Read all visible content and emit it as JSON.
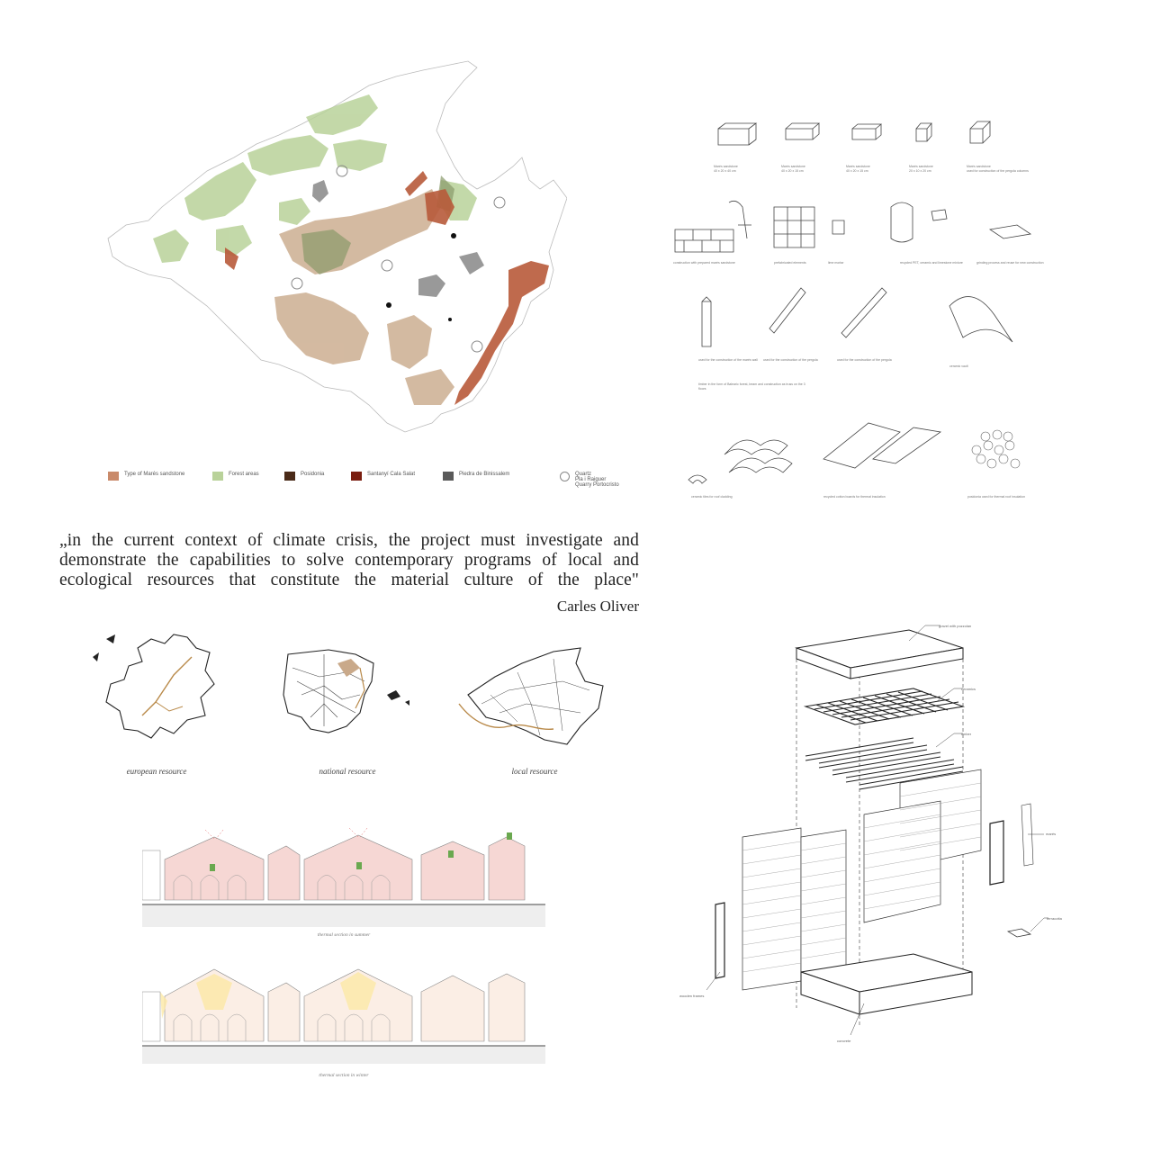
{
  "legend": [
    {
      "label": "Type of Marés sandstone",
      "color": "#c98a6a"
    },
    {
      "label": "Forest areas",
      "color": "#b9d29a"
    },
    {
      "label": "Posidonia",
      "color": "#4a2a18"
    },
    {
      "label": "Santanyí Cala Salat",
      "color": "#7a1e10"
    },
    {
      "label": "Piedra de Binissalem",
      "color": "#5a5a5a"
    },
    {
      "label": "Quartz",
      "color": "#888888",
      "extra": "Pla i Raiguer\nQuarry Portocristo"
    }
  ],
  "quote": "„in the current context of climate crisis, the project must investigate and demonstrate the capabilities to solve contemporary programs of local and ecological resources that constitute the material culture of the place\"",
  "author": "Carles Oliver",
  "maps": {
    "european": "european resource",
    "national": "national resource",
    "local": "local resource"
  },
  "sections": {
    "summer": "thermal section in summer",
    "winter": "thermal section in winter"
  },
  "exploded_labels": {
    "gravel": "gravel with pozzolan",
    "ceramics": "ceramics",
    "timber": "timber",
    "marés": "marés",
    "terracotta": "terracotta",
    "wooden_frames": "wooden frames",
    "concrete": "concrete"
  },
  "catalogue": {
    "blocks": [
      {
        "label": "Marés sandstone",
        "dims": "40 x 20 x 40 cm"
      },
      {
        "label": "Marés sandstone",
        "dims": "40 x 20 x 15 cm"
      },
      {
        "label": "Marés sandstone",
        "dims": "40 x 20 x 15 cm"
      },
      {
        "label": "Marés sandstone",
        "dims": "20 x 10 x 20 cm"
      },
      {
        "label": "Marés sandstone",
        "dims": "used for construction of the pergola columns"
      }
    ],
    "row2": [
      "construction with prepared marés sandstone",
      "prefabricated elements",
      "lime mortar",
      "recycled PET, ceramic and limestone mixture",
      "grinding process and reuse for new construction"
    ],
    "row3": [
      "used for the construction of the marés wall",
      "used for the construction of the pergola",
      "used for the construction of the pergola",
      "ceramic vault"
    ],
    "row3_note": "timber in the form of Balearic forest, beam and construction as truss on the 3 floors",
    "row4": [
      "ceramic tiles for roof cladding",
      "recycled cotton boards for thermal insulation",
      "posidonia used for thermal roof insulation"
    ]
  }
}
